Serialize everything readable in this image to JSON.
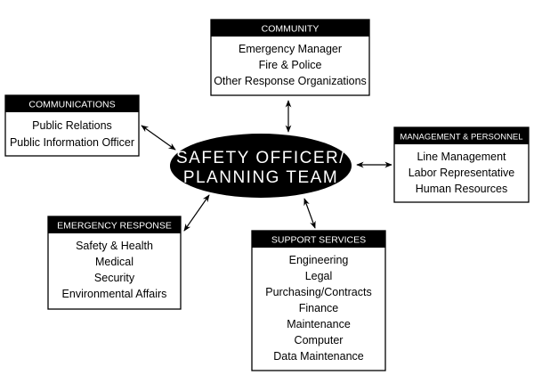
{
  "center": {
    "lines": [
      "SAFETY OFFICER/",
      "PLANNING TEAM"
    ]
  },
  "groups": {
    "community": {
      "title": "COMMUNITY",
      "items": [
        "Emergency Manager",
        "Fire & Police",
        "Other Response Organizations"
      ]
    },
    "communications": {
      "title": "COMMUNICATIONS",
      "items": [
        "Public Relations",
        "Public Information Officer"
      ]
    },
    "management": {
      "title": "MANAGEMENT & PERSONNEL",
      "items": [
        "Line Management",
        "Labor Representative",
        "Human Resources"
      ]
    },
    "emergency": {
      "title": "EMERGENCY RESPONSE",
      "items": [
        "Safety & Health",
        "Medical",
        "Security",
        "Environmental Affairs"
      ]
    },
    "support": {
      "title": "SUPPORT SERVICES",
      "items": [
        "Engineering",
        "Legal",
        "Purchasing/Contracts",
        "Finance",
        "Maintenance",
        "Computer",
        "Data Maintenance"
      ]
    }
  },
  "colors": {
    "header_fill": "#000000",
    "header_text": "#ffffff",
    "center_fill": "#000000"
  }
}
